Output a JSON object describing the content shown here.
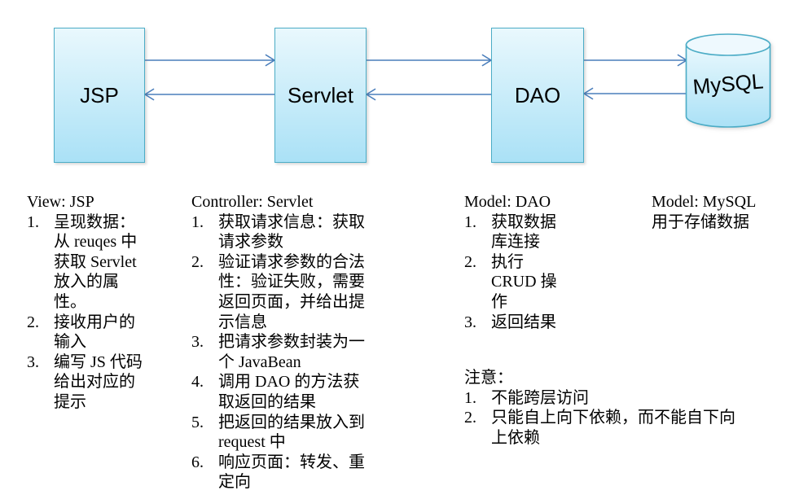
{
  "colors": {
    "box_border": "#4bacc6",
    "box_fill_top": "#e9f8fd",
    "box_fill_bottom": "#aae1f6",
    "cylinder_top_fill": "#eef9fe",
    "arrow": "#4a7ebb",
    "text": "#000000",
    "background": "#ffffff"
  },
  "diagram": {
    "boxes": [
      {
        "label": "JSP"
      },
      {
        "label": "Servlet"
      },
      {
        "label": "DAO"
      }
    ],
    "database": {
      "label": "MySQL"
    }
  },
  "columns": [
    {
      "title": "View: JSP",
      "items": [
        "呈现数据：从 reuqes 中获取 Servlet 放入的属性。",
        "接收用户的输入",
        "编写 JS 代码给出对应的提示"
      ]
    },
    {
      "title": "Controller: Servlet",
      "items": [
        "获取请求信息：获取请求参数",
        "验证请求参数的合法性：验证失败，需要返回页面，并给出提示信息",
        "把请求参数封装为一个 JavaBean",
        "调用 DAO 的方法获取返回的结果",
        "把返回的结果放入到 request 中",
        "响应页面：转发、重定向"
      ]
    },
    {
      "title": "Model: DAO",
      "items": [
        "获取数据库连接",
        "执行 CRUD 操作",
        "返回结果"
      ]
    },
    {
      "title": "Model: MySQL",
      "subtitle": "用于存储数据"
    }
  ],
  "note": {
    "title": "注意：",
    "items": [
      "不能跨层访问",
      "只能自上向下依赖，而不能自下向上依赖"
    ]
  }
}
